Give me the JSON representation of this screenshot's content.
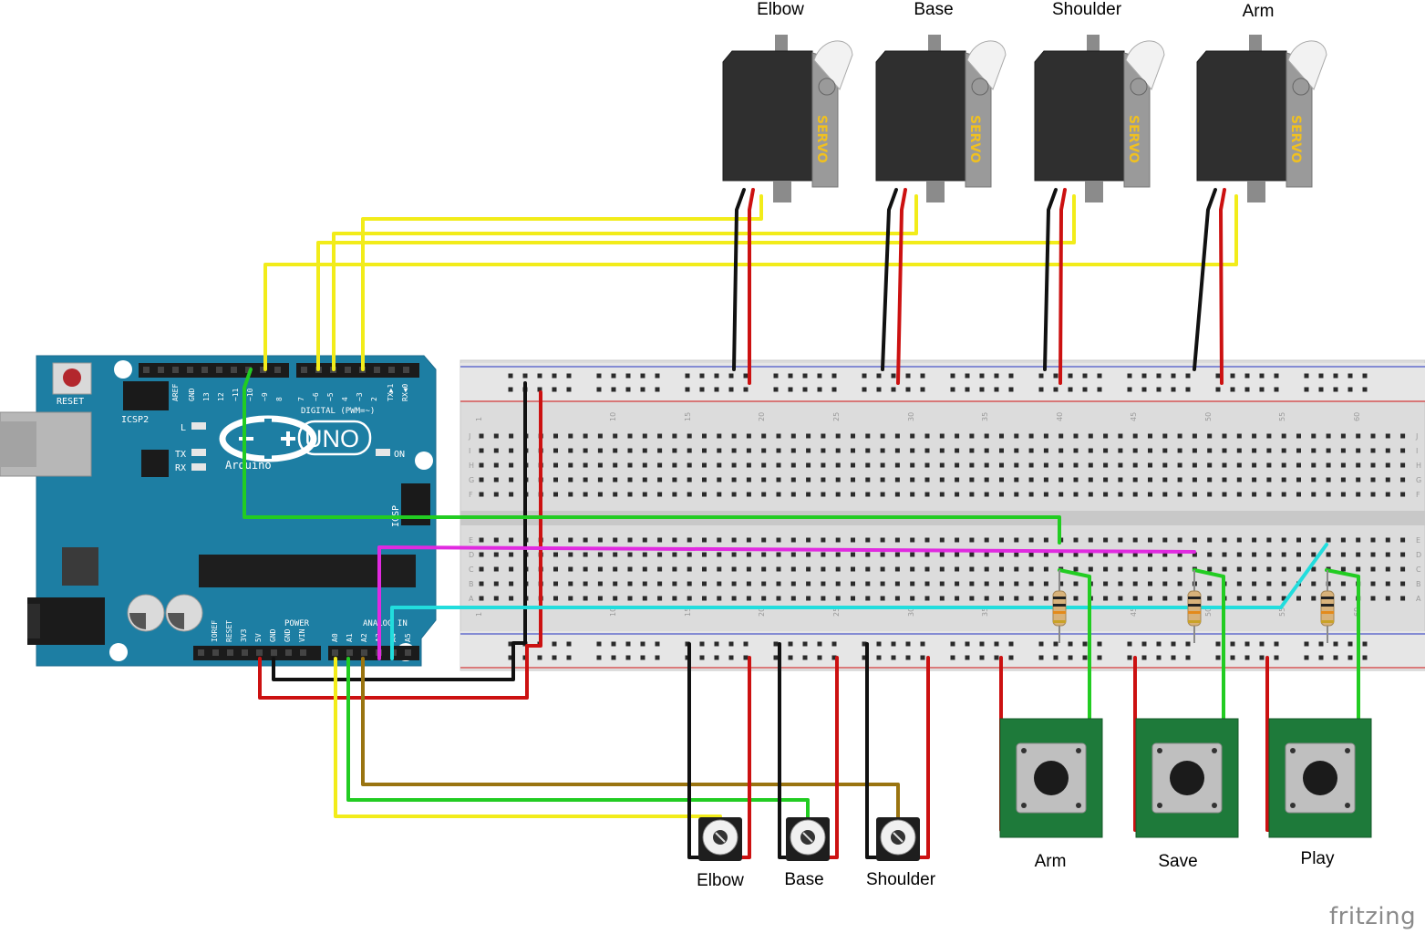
{
  "servos": [
    {
      "label": "Elbow",
      "body_text": "SERVO"
    },
    {
      "label": "Base",
      "body_text": "SERVO"
    },
    {
      "label": "Shoulder",
      "body_text": "SERVO"
    },
    {
      "label": "Arm",
      "body_text": "SERVO"
    }
  ],
  "potentiometers": [
    {
      "label": "Elbow"
    },
    {
      "label": "Base"
    },
    {
      "label": "Shoulder"
    }
  ],
  "buttons": [
    {
      "label": "Arm"
    },
    {
      "label": "Save"
    },
    {
      "label": "Play"
    }
  ],
  "arduino": {
    "reset_label": "RESET",
    "icsp2_label": "ICSP2",
    "icsp_label": "ICSP",
    "model": "UNO",
    "brand": "Arduino",
    "digital_label": "DIGITAL (PWM=~)",
    "power_label": "POWER",
    "analog_label": "ANALOG IN",
    "on_label": "ON",
    "l_label": "L",
    "tx_label": "TX",
    "rx_label": "RX",
    "aref": "AREF",
    "gnd": "GND",
    "top_pins": [
      "13",
      "12",
      "~11",
      "~10",
      "~9",
      "8",
      "7",
      "~6",
      "~5",
      "4",
      "~3",
      "2",
      "TX▶1",
      "RX◀0"
    ],
    "power_pins": [
      "IOREF",
      "RESET",
      "3V3",
      "5V",
      "GND",
      "GND",
      "VIN"
    ],
    "analog_pins": [
      "A0",
      "A1",
      "A2",
      "A3",
      "A4",
      "A5"
    ]
  },
  "breadboard": {
    "column_numbers": [
      "1",
      "10",
      "15",
      "20",
      "25",
      "30",
      "35",
      "40",
      "45",
      "50",
      "55",
      "60"
    ],
    "row_letters_top": [
      "J",
      "I",
      "H",
      "G",
      "F"
    ],
    "row_letters_bottom": [
      "E",
      "D",
      "C",
      "B",
      "A"
    ]
  },
  "wire_colors": {
    "signal": "#f2ec1a",
    "power": "#cc1111",
    "ground": "#111111",
    "green": "#22cc22",
    "magenta": "#e02ae0",
    "cyan": "#22dddd",
    "brown": "#9a7410"
  },
  "watermark": "fritzing"
}
